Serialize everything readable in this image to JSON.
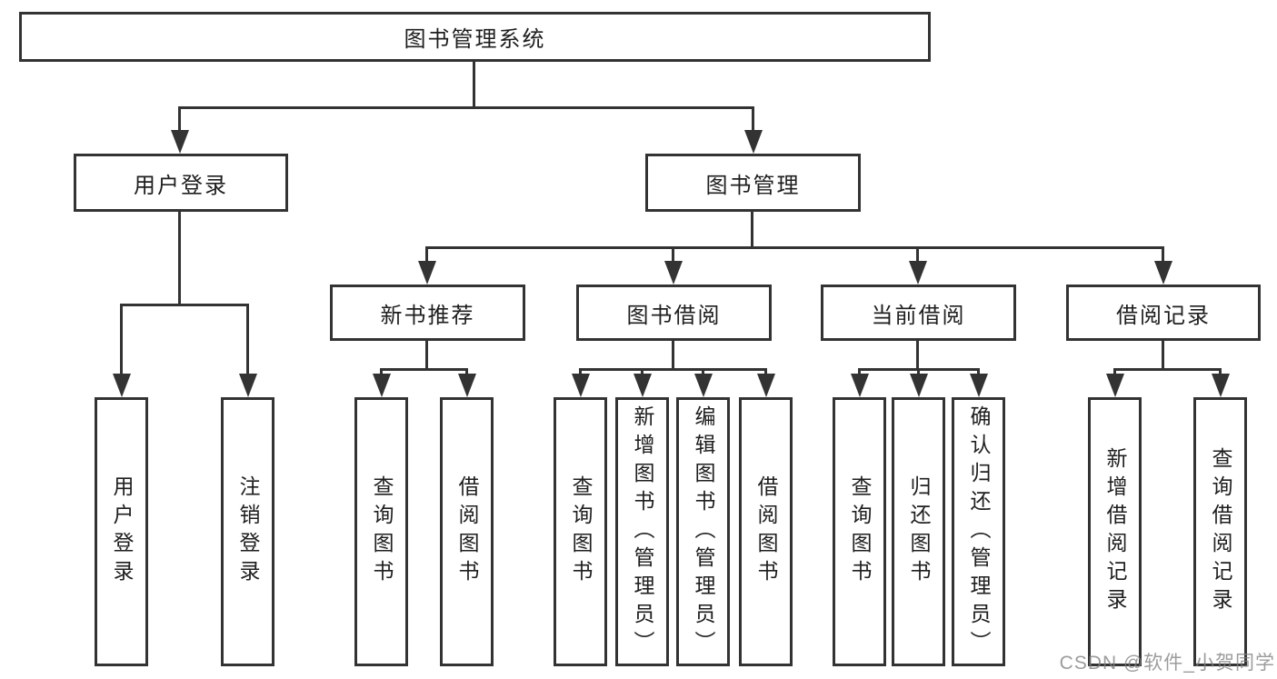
{
  "diagram": {
    "kind": "function-structure-tree",
    "colors": {
      "line": "#333333",
      "text": "#1e1e1e",
      "background": "#ffffff",
      "watermark": "#808080"
    },
    "watermark": "CSDN @软件_小贺同学",
    "tree": {
      "root": {
        "label": "图书管理系统",
        "children": [
          {
            "label": "用户登录",
            "children": [
              {
                "label": "用户登录"
              },
              {
                "label": "注销登录"
              }
            ]
          },
          {
            "label": "图书管理",
            "children": [
              {
                "label": "新书推荐",
                "children": [
                  {
                    "label": "查询图书"
                  },
                  {
                    "label": "借阅图书"
                  }
                ]
              },
              {
                "label": "图书借阅",
                "children": [
                  {
                    "label": "查询图书"
                  },
                  {
                    "label": "新增图书（管理员）"
                  },
                  {
                    "label": "编辑图书（管理员）"
                  },
                  {
                    "label": "借阅图书"
                  }
                ]
              },
              {
                "label": "当前借阅",
                "children": [
                  {
                    "label": "查询图书"
                  },
                  {
                    "label": "归还图书"
                  },
                  {
                    "label": "确认归还（管理员）"
                  }
                ]
              },
              {
                "label": "借阅记录",
                "children": [
                  {
                    "label": "新增借阅记录"
                  },
                  {
                    "label": "查询借阅记录"
                  }
                ]
              }
            ]
          }
        ]
      }
    }
  }
}
